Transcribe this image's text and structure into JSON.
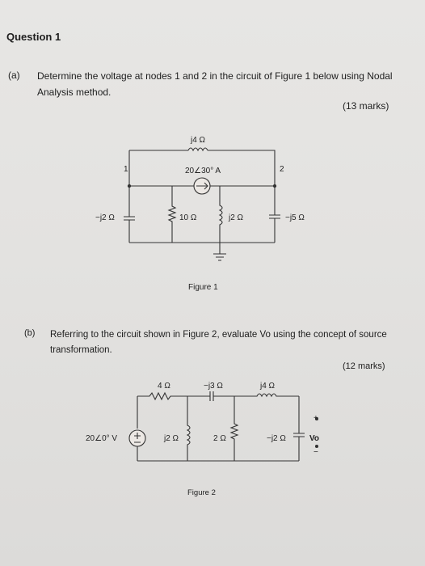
{
  "question": {
    "title": "Question 1",
    "part_a": {
      "label": "(a)",
      "text": "Determine the voltage at nodes 1 and 2 in the circuit of Figure 1 below using Nodal Analysis method.",
      "marks": "(13 marks)"
    },
    "part_b": {
      "label": "(b)",
      "text": "Referring to the circuit shown in Figure 2, evaluate Vo using the concept of source transformation.",
      "marks": "(12 marks)"
    }
  },
  "figure1": {
    "caption": "Figure 1",
    "inductor_top": "j4 Ω",
    "source": "20∠30° A",
    "node1": "1",
    "node2": "2",
    "cap_left": "−j2 Ω",
    "res": "10 Ω",
    "ind_mid": "j2 Ω",
    "cap_right": "−j5 Ω"
  },
  "figure2": {
    "caption": "Figure 2",
    "vsource": "20∠0° V",
    "r_top": "4 Ω",
    "cap_top": "−j3 Ω",
    "ind_top": "j4 Ω",
    "ind_shunt": "j2 Ω",
    "r_shunt": "2 Ω",
    "cap_shunt": "−j2 Ω",
    "plus": "+",
    "minus": "−",
    "vo": "Vo"
  }
}
